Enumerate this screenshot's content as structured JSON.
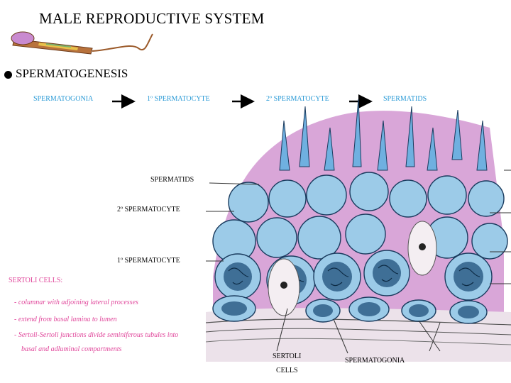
{
  "title": "MALE REPRODUCTIVE SYSTEM",
  "section": "SPERMATOGENESIS",
  "stages": [
    "SPERMATOGONIA",
    "1º SPERMATOCYTE",
    "2º SPERMATOCYTE",
    "SPERMATIDS"
  ],
  "diagram_labels": {
    "spermatids": "SPERMATIDS",
    "second_spermatocyte": "2º SPERMATOCYTE",
    "first_spermatocyte": "1º SPERMATOCYTE",
    "sertoli_line1": "SERTOLI",
    "sertoli_line2": "CELLS",
    "spermatogonia": "SPERMATOGONIA"
  },
  "sertoli": {
    "heading": "SERTOLI CELLS:",
    "notes": [
      "- columnar with adjoining lateral processes",
      "- extend from basal lamina to lumen",
      "- Sertoli-Sertoli junctions divide seminiferous tubules into",
      "basal and adluminal compartments"
    ]
  },
  "colors": {
    "stage_blue": "#2a9ad6",
    "note_pink": "#e0459a",
    "cell_blue": "#9ccbe8",
    "cytoplasm_pink": "#d6a3d4"
  }
}
